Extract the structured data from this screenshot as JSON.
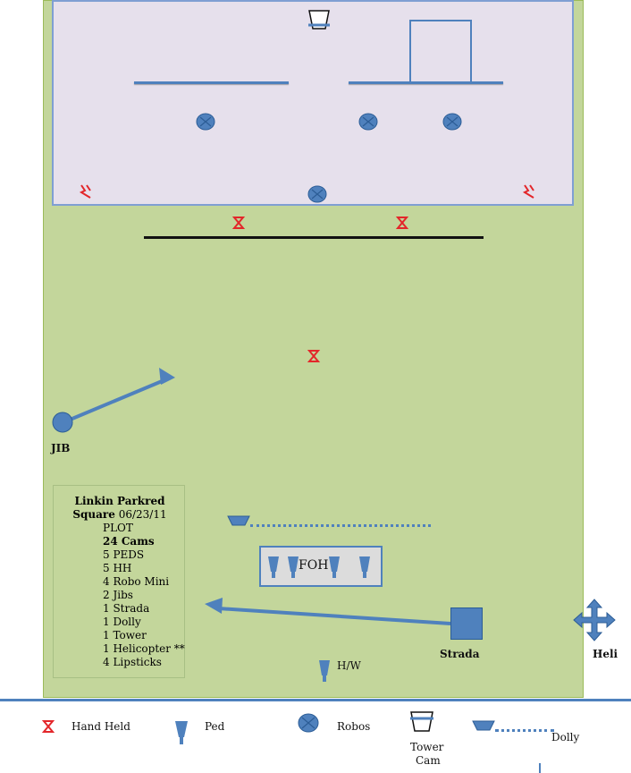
{
  "plot": {
    "title_line1": "Linkin Parkred",
    "title_line2_bold": "Square",
    "title_line2_date": " 06/23/11",
    "lines": [
      {
        "text": "PLOT",
        "bold": false
      },
      {
        "text": "24 Cams",
        "bold": true
      },
      {
        "text": "5 PEDS",
        "bold": false
      },
      {
        "text": "5 HH",
        "bold": false
      },
      {
        "text": "4 Robo Mini",
        "bold": false
      },
      {
        "text": "2 Jibs",
        "bold": false
      },
      {
        "text": "1 Strada",
        "bold": false
      },
      {
        "text": "1 Dolly",
        "bold": false
      },
      {
        "text": "1 Tower",
        "bold": false
      },
      {
        "text": "1 Helicopter **",
        "bold": false
      },
      {
        "text": "4 Lipsticks",
        "bold": false
      }
    ]
  },
  "labels": {
    "jib": "JIB",
    "strada": "Strada",
    "heli": "Heli",
    "foh": "FOH",
    "hw": "H/W"
  },
  "legend": {
    "hand_held": "Hand Held",
    "ped": "Ped",
    "robos": "Robos",
    "tower_line1": "Tower",
    "tower_line2": "Cam",
    "dolly": "Dolly"
  },
  "colors": {
    "field": "#c3d69b",
    "stage": "#e6e0ec",
    "accent": "#4f81bd",
    "hand_held": "#e3262a"
  }
}
